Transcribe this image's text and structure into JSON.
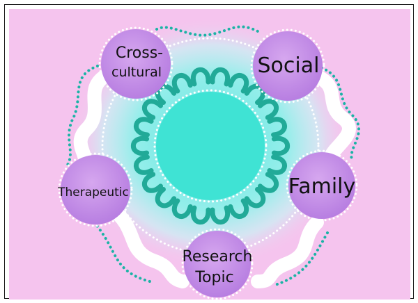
{
  "diagram": {
    "nodes": [
      {
        "id": "cross-cultural",
        "lines": [
          "Cross-",
          "cultural"
        ]
      },
      {
        "id": "social",
        "lines": [
          "Social"
        ]
      },
      {
        "id": "family",
        "lines": [
          "Family"
        ]
      },
      {
        "id": "research-topic",
        "lines": [
          "Research",
          "Topic"
        ]
      },
      {
        "id": "therapeutic",
        "lines": [
          "Therapeutic"
        ]
      }
    ]
  }
}
